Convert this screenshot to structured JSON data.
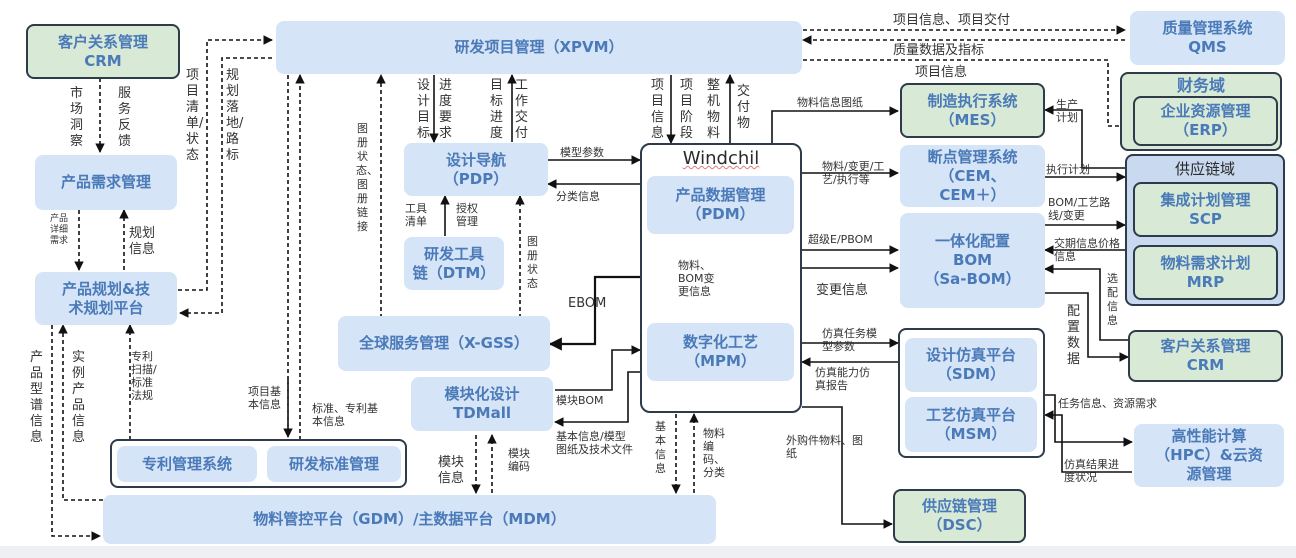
{
  "diagram": {
    "nodes": {
      "crm_left": {
        "line1": "客户关系管理",
        "line2": "CRM"
      },
      "xpvm": {
        "line1": "研发项目管理（XPVM）"
      },
      "qms": {
        "line1": "质量管理系统",
        "line2": "QMS"
      },
      "finance_domain": {
        "title": "财务域"
      },
      "erp": {
        "line1": "企业资源管理",
        "line2": "（ERP）"
      },
      "mes": {
        "line1": "制造执行系统",
        "line2": "（MES）"
      },
      "cem": {
        "line1": "断点管理系统",
        "line2": "（CEM、",
        "line3": "CEM＋）"
      },
      "supply_domain": {
        "title": "供应链域"
      },
      "scp": {
        "line1": "集成计划管理",
        "line2": "SCP"
      },
      "mrp": {
        "line1": "物料需求计划",
        "line2": "MRP"
      },
      "sabom": {
        "line1": "一体化配置",
        "line2": "BOM",
        "line3": "（Sa-BOM）"
      },
      "crm_right": {
        "line1": "客户关系管理",
        "line2": "CRM"
      },
      "sdm": {
        "line1": "设计仿真平台",
        "line2": "（SDM）"
      },
      "msm": {
        "line1": "工艺仿真平台",
        "line2": "（MSM）"
      },
      "hpc": {
        "line1": "高性能计算",
        "line2": "（HPC）&云资",
        "line3": "源管理"
      },
      "dsc": {
        "line1": "供应链管理",
        "line2": "（DSC）"
      },
      "product_req": {
        "line1": "产品需求管理"
      },
      "product_plan": {
        "line1": "产品规划&技",
        "line2": "术规划平台"
      },
      "pdp": {
        "line1": "设计导航",
        "line2": "（PDP）"
      },
      "dtm": {
        "line1": "研发工具",
        "line2": "链（DTM）"
      },
      "windchill": {
        "title": "Windchil"
      },
      "pdm": {
        "line1": "产品数据管理",
        "line2": "（PDM）"
      },
      "mpm": {
        "line1": "数字化工艺",
        "line2": "（MPM）"
      },
      "xgss": {
        "line1": "全球服务管理（X-GSS）"
      },
      "tdmall": {
        "line1": "模块化设计",
        "line2": "TDMall"
      },
      "patent": {
        "line1": "专利管理系统"
      },
      "rd_standard": {
        "line1": "研发标准管理"
      },
      "gdm": {
        "line1": "物料管控平台（GDM）/主数据平台（MDM）"
      }
    },
    "edge_labels": {
      "market_insight": "市场洞察",
      "service_feedback": "服务反馈",
      "project_list_status": "项目清单/状态",
      "plan_landing": "规划落地/路标",
      "product_detail_req": "产品详细需求",
      "plan_info": "规划信息",
      "album_status_link": "图册状态、图册链接",
      "design_target": "设计目标",
      "progress_req": "进度要求",
      "target_progress": "目标进度",
      "work_delivery": "工作交付",
      "project_info_v": "项目信息",
      "project_phase": "项目阶段",
      "machine_material": "整机物料",
      "deliverable": "交付物",
      "qms_project_info": "项目信息、项目交付",
      "qms_quality_data": "质量数据及指标",
      "mes_project_info": "项目信息",
      "material_drawing": "物料信息图纸",
      "production_plan": "生产计划",
      "model_params": "模型参数",
      "category_info": "分类信息",
      "tool_list": "工具清单",
      "auth_mgmt": "授权管理",
      "album_status": "图册状态",
      "ebom": "EBOM",
      "material_change_process": "物料/变更/工艺/执行等",
      "exec_plan": "执行计划",
      "super_epbom": "超级E/PBOM",
      "change_info": "变更信息",
      "bom_route_change": "BOM/工艺路线/变更",
      "delivery_price": "交期信息价格信息",
      "option_info": "选配信息",
      "config_data": "配置数据",
      "material_bom_change": "物料、BOM变更信息",
      "sim_task_params": "仿真任务模型参数",
      "sim_capability_report": "仿真能力仿真报告",
      "task_resource": "任务信息、资源需求",
      "sim_result_progress": "仿真结果进度状况",
      "outsourced_material": "外购件物料、图纸",
      "module_bom": "模块BOM",
      "basic_info_drawing": "基本信息/模型图纸及技术文件",
      "basic_info_v": "基本信息",
      "material_code_class": "物料编码、分类",
      "module_info": "模块信息",
      "module_code": "模块编码",
      "project_basic_info": "项目基本信息",
      "standard_patent_info": "标准、专利基本信息",
      "patent_scan": "专利扫描/标准法规",
      "product_spectrum": "产品型谱信息",
      "instance_product": "实例产品信息"
    }
  }
}
